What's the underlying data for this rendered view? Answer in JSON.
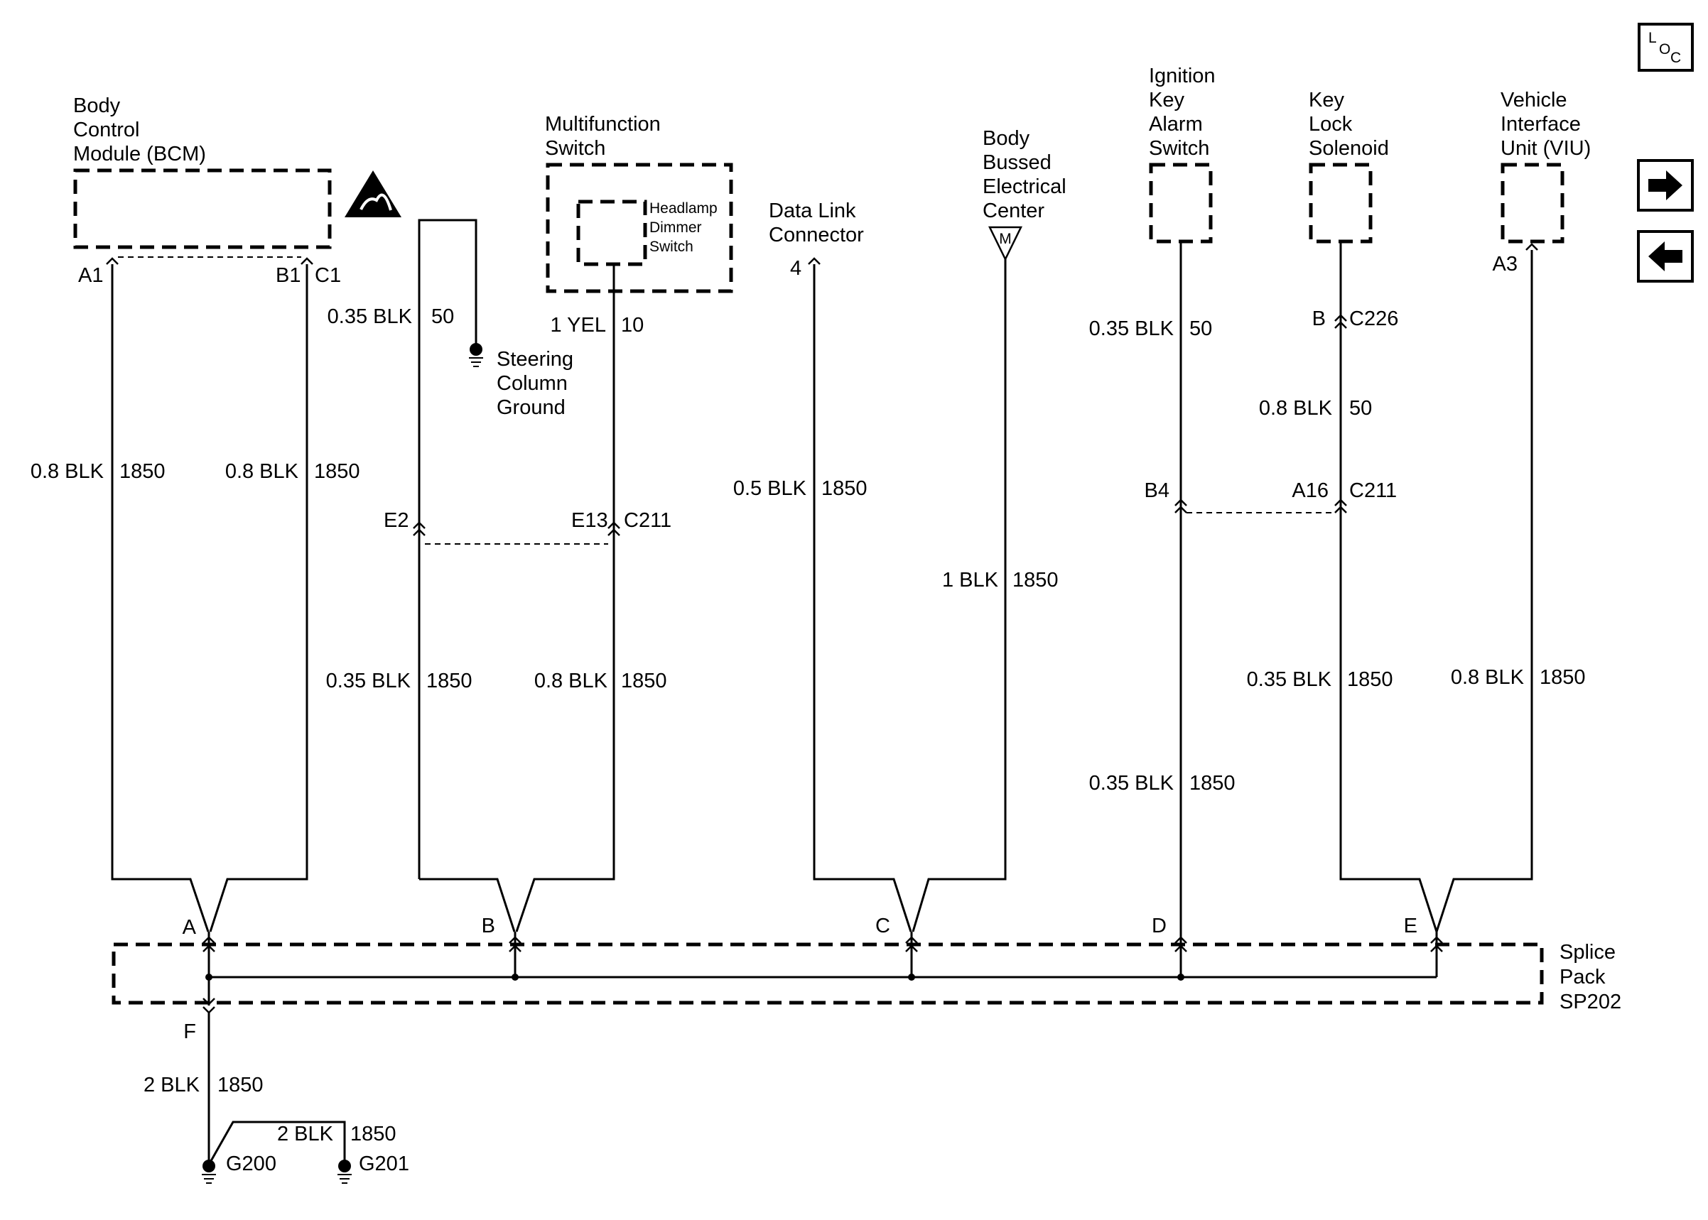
{
  "components": {
    "bcm": [
      "Body",
      "Control",
      "Module (BCM)"
    ],
    "multifunction": [
      "Multifunction",
      "Switch"
    ],
    "headlamp": [
      "Headlamp",
      "Dimmer",
      "Switch"
    ],
    "dlc": [
      "Data Link",
      "Connector"
    ],
    "bbec": [
      "Body",
      "Bussed",
      "Electrical",
      "Center"
    ],
    "bbec_mark": "M",
    "ignition": [
      "Ignition",
      "Key",
      "Alarm",
      "Switch"
    ],
    "keylock": [
      "Key",
      "Lock",
      "Solenoid"
    ],
    "viu": [
      "Vehicle",
      "Interface",
      "Unit (VIU)"
    ],
    "steering_ground": [
      "Steering",
      "Column",
      "Ground"
    ],
    "splice": [
      "Splice",
      "Pack",
      "SP202"
    ]
  },
  "pins": {
    "a1": "A1",
    "b1": "B1",
    "c1": "C1",
    "e2": "E2",
    "e13": "E13",
    "c211": "C211",
    "dlc4": "4",
    "b4": "B4",
    "a16": "A16",
    "c211b": "C211",
    "b": "B",
    "c226": "C226",
    "a3": "A3"
  },
  "splices": {
    "a": "A",
    "b": "B",
    "c": "C",
    "d": "D",
    "e": "E",
    "f": "F"
  },
  "wires": {
    "bcm_a1": [
      "0.8 BLK",
      "1850"
    ],
    "bcm_b1": [
      "0.8 BLK",
      "1850"
    ],
    "steer_upper": [
      "0.35 BLK",
      "50"
    ],
    "steer_lower": [
      "0.35 BLK",
      "1850"
    ],
    "mfs_upper": [
      "1 YEL",
      "10"
    ],
    "mfs_lower": [
      "0.8  BLK",
      "1850"
    ],
    "dlc": [
      "0.5 BLK",
      "1850"
    ],
    "bbec": [
      "1 BLK",
      "1850"
    ],
    "ign_upper": [
      "0.35 BLK",
      "50"
    ],
    "ign_lower": [
      "0.35 BLK",
      "1850"
    ],
    "kls_upper": [
      "0.8 BLK",
      "50"
    ],
    "kls_lower": [
      "0.35 BLK",
      "1850"
    ],
    "viu": [
      "0.8 BLK",
      "1850"
    ],
    "splice_f": [
      "2 BLK",
      "1850"
    ],
    "g201": [
      "2 BLK",
      "1850"
    ]
  },
  "grounds": {
    "g200": "G200",
    "g201": "G201"
  },
  "nav": {
    "loc_letters": [
      "L",
      "O",
      "C"
    ],
    "forward_icon": "right-arrow-icon",
    "back_icon": "left-arrow-icon"
  }
}
